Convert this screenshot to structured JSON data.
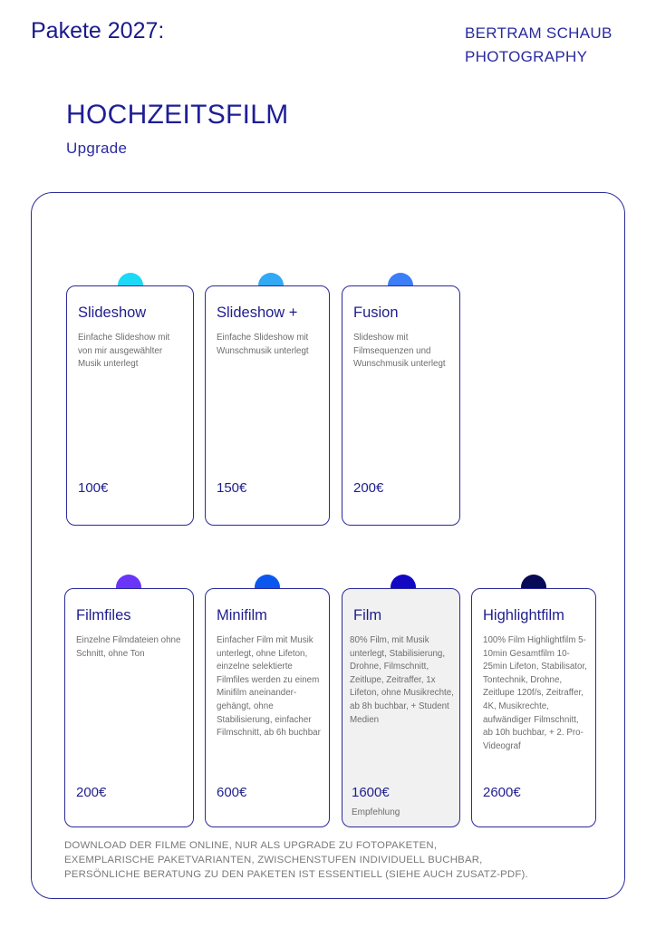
{
  "header": {
    "title": "Pakete 2027:",
    "brand_line1": "BERTRAM SCHAUB",
    "brand_line2": "PHOTOGRAPHY"
  },
  "section": {
    "title": "HOCHZEITSFILM",
    "subtitle": "Upgrade"
  },
  "packages": [
    {
      "title": "Slideshow",
      "description": "Einfache Slideshow mit von mir ausgewählter Musik unterlegt",
      "price": "100€",
      "dot_color": "#1bd9f7"
    },
    {
      "title": "Slideshow +",
      "description": "Einfache Slideshow mit Wunschmusik unterlegt",
      "price": "150€",
      "dot_color": "#31a9f5"
    },
    {
      "title": "Fusion",
      "description": "Slideshow mit Filmsequenzen und Wunschmusik unterlegt",
      "price": "200€",
      "dot_color": "#3b7ef7"
    },
    {
      "title": "Filmfiles",
      "description": "Einzelne Filmdateien ohne Schnitt, ohne Ton",
      "price": "200€",
      "dot_color": "#6a35f8"
    },
    {
      "title": "Minifilm",
      "description": "Einfacher Film mit Musik unterlegt, ohne Lifeton, einzelne selektierte Filmfiles werden zu einem Minifilm aneinander-gehängt,  ohne Stabilisierung, einfacher Filmschnitt, ab 6h buchbar",
      "price": "600€",
      "dot_color": "#0b57ee"
    },
    {
      "title": "Film",
      "description": "80% Film, mit Musik unterlegt, Stabilisierung, Drohne, Filmschnitt, Zeitlupe, Zeitraffer, 1x Lifeton, ohne Musikrechte, ab 8h buchbar, + Student Medien",
      "price": "1600€",
      "note": "Empfehlung",
      "dot_color": "#1407c4"
    },
    {
      "title": "Highlightfilm",
      "description": "100% Film Highlightfilm 5-10min Gesamtfilm 10-25min Lifeton, Stabilisator, Tontechnik, Drohne, Zeitlupe 120f/s, Zeitraffer, 4K, Musikrechte, aufwändiger Filmschnitt, ab 10h buchbar, + 2. Pro-Videograf",
      "price": "2600€",
      "dot_color": "#070a56"
    }
  ],
  "footer": {
    "line1": "DOWNLOAD DER FILME ONLINE, NUR ALS UPGRADE ZU FOTOPAKETEN,",
    "line2": "EXEMPLARISCHE PAKETVARIANTEN, ZWISCHENSTUFEN INDIVIDUELL BUCHBAR,",
    "line3": "PERSÖNLICHE BERATUNG ZU DEN PAKETEN IST ESSENTIELL (SIEHE AUCH ZUSATZ-PDF)."
  }
}
